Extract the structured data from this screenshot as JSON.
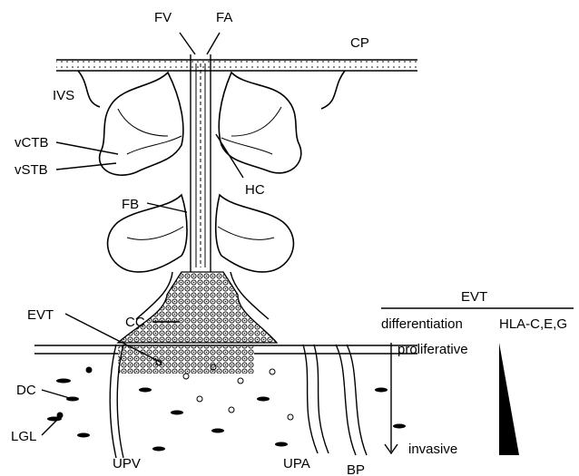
{
  "labels": {
    "fv": "FV",
    "fa": "FA",
    "cp": "CP",
    "ivs": "IVS",
    "vctb": "vCTB",
    "vstb": "vSTB",
    "hc": "HC",
    "fb": "FB",
    "evt_left": "EVT",
    "cc": "CC",
    "dc": "DC",
    "lgl": "LGL",
    "upv": "UPV",
    "upa": "UPA",
    "bp": "BP"
  },
  "legend": {
    "title": "EVT",
    "col1": "differentiation",
    "col2": "HLA-C,E,G",
    "top": "proliferative",
    "bottom": "invasive"
  }
}
